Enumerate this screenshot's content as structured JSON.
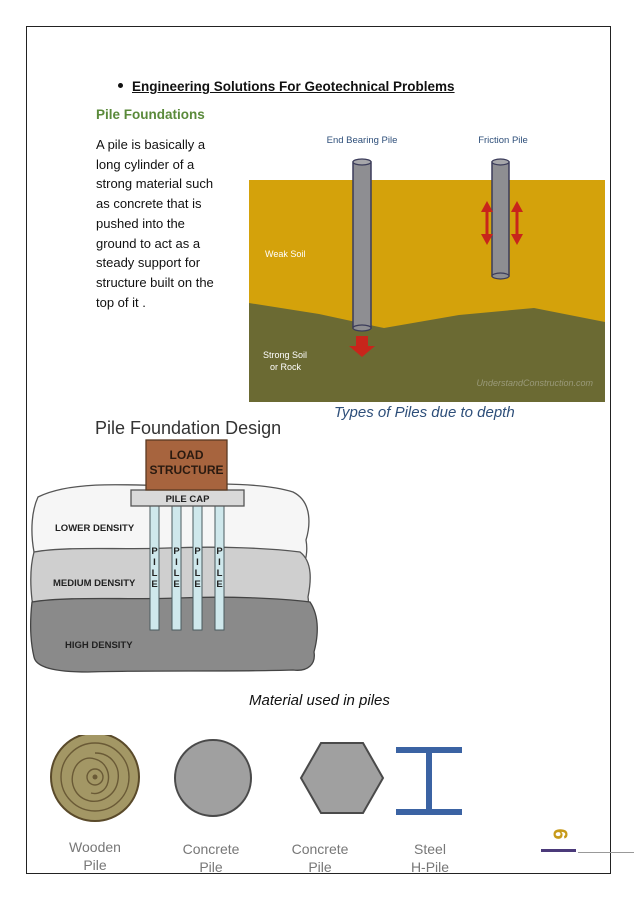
{
  "heading": "Engineering Solutions For Geotechnical Problems",
  "subheading": "Pile Foundations",
  "paragraph_lines": [
    "A pile is basically a",
    "long cylinder of a",
    "strong material such",
    "as concrete that is",
    "pushed into the",
    "ground to act as a",
    "steady support for",
    "structure built on the",
    "top of it ."
  ],
  "figure1": {
    "label_end_bearing": "End Bearing Pile",
    "label_friction": "Friction Pile",
    "label_weak_soil": "Weak Soil",
    "label_strong_soil_1": "Strong Soil",
    "label_strong_soil_2": "or Rock",
    "watermark": "UnderstandConstruction.com",
    "caption": "Types of Piles due to depth"
  },
  "figure2": {
    "title": "Pile Foundation Design",
    "load_line1": "LOAD",
    "load_line2": "STRUCTURE",
    "pile_cap": "PILE CAP",
    "lower_density": "LOWER DENSITY",
    "medium_density": "MEDIUM DENSITY",
    "high_density": "HIGH DENSITY",
    "pile_letters": [
      "P",
      "I",
      "L",
      "E"
    ]
  },
  "figure3": {
    "caption": "Material used in piles",
    "materials": [
      {
        "line1": "Wooden",
        "line2": "Pile"
      },
      {
        "line1": "Concrete",
        "line2": "Pile"
      },
      {
        "line1": "Concrete",
        "line2": "Pile"
      },
      {
        "line1": "Steel",
        "line2": "H-Pile"
      }
    ]
  },
  "page_number": "6",
  "colors": {
    "subheading": "#5a8a3a",
    "caption_blue": "#2e4f7a",
    "page_number": "#c79a1a",
    "page_underline": "#4b3a7a"
  }
}
